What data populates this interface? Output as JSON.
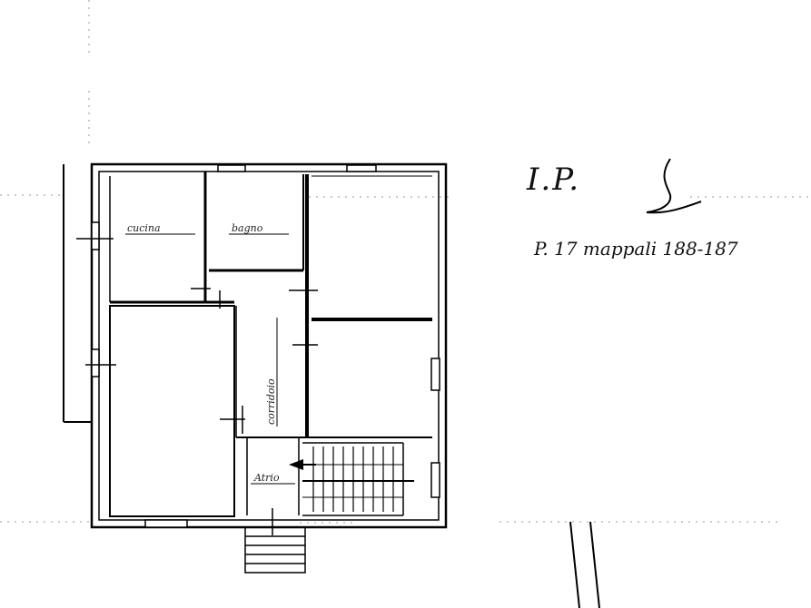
{
  "header": {
    "title": "I.P.",
    "subtitle": "P. 17 mappali 188-187"
  },
  "rooms": {
    "cucina": "cucina",
    "bagno": "bagno",
    "corridoio": "corridoio",
    "atrio": "Atrio"
  }
}
